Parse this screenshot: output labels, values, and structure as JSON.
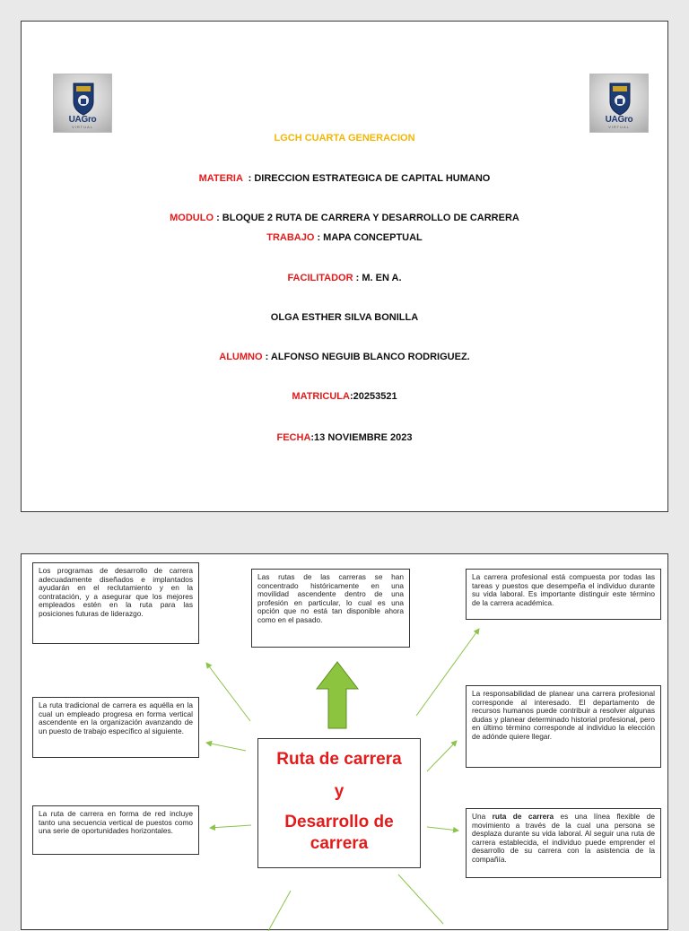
{
  "colors": {
    "label_red": "#e31b1b",
    "gold": "#f2b705",
    "arrow_green": "#8cc34a",
    "big_arrow_fill": "#8cc33f"
  },
  "cover": {
    "logo_left": {
      "icon": "uagro-shield-logo",
      "word": "UAGro",
      "sub": "VIRTUAL"
    },
    "logo_right": {
      "icon": "uagro-shield-logo",
      "word": "UAGro",
      "sub": "VIRTUAL"
    },
    "program": "LGCH CUARTA GENERACION",
    "materia": {
      "label": "MATERIA",
      "value": "  : DIRECCION ESTRATEGICA DE CAPITAL HUMANO"
    },
    "modulo": {
      "label": "MODULO",
      "value": " : BLOQUE 2 RUTA DE CARRERA Y DESARROLLO DE CARRERA"
    },
    "trabajo": {
      "label": "TRABAJO",
      "value": " : MAPA CONCEPTUAL"
    },
    "facilitador": {
      "label": "FACILITADOR",
      "value": " : M. EN A."
    },
    "facilitador_name": "OLGA ESTHER SILVA BONILLA",
    "alumno": {
      "label": "ALUMNO",
      "value": " : ALFONSO NEGUIB BLANCO RODRIGUEZ."
    },
    "matricula": {
      "label": "MATRICULA",
      "value": ":20253521"
    },
    "fecha": {
      "label": "FECHA",
      "value": ":13 NOVIEMBRE 2023"
    }
  },
  "map": {
    "center": {
      "line1": "Ruta de carrera",
      "line2": "y",
      "line3": "Desarrollo de",
      "line4": "carrera"
    },
    "notes": {
      "top_left": "Los programas de desarrollo de carrera adecuadamente diseñados e implantados ayudarán en el reclutamiento y en la contratación, y a asegurar que los mejores empleados estén en la ruta para las posiciones futuras de liderazgo.",
      "top_center": "Las rutas de las carreras se han concentrado históricamente en una movilidad ascendente dentro de una profesión en particular, lo cual es una opción que no está tan disponible ahora como en el pasado.",
      "top_right": "La carrera profesional está compuesta por todas las tareas y puestos que desempeña el individuo durante su vida laboral. Es importante distinguir este término de la carrera académica.",
      "mid_left": "La ruta tradicional de carrera es aquélla en la cual un empleado progresa en forma vertical ascendente en la organización avanzando de un puesto de trabajo específico al siguiente.",
      "mid_right": "La responsabilidad de planear una carrera profesional corresponde al interesado. El departamento de recursos humanos puede contribuir a resolver algunas dudas y planear determinado historial profesional, pero en último término corresponde al individuo la elección de adónde quiere llegar.",
      "bottom_left": "La ruta de carrera en forma de red incluye tanto una secuencia vertical de puestos como una serie de oportunidades horizontales.",
      "bottom_right_pre": "Una ",
      "bottom_right_bold": "ruta de carrera",
      "bottom_right_post": " es una línea flexible de movimiento a través de la cual una persona se desplaza durante su vida laboral. Al seguir una ruta de carrera establecida, el individuo puede emprender el desarrollo de su carrera con la asistencia de la compañía."
    }
  }
}
